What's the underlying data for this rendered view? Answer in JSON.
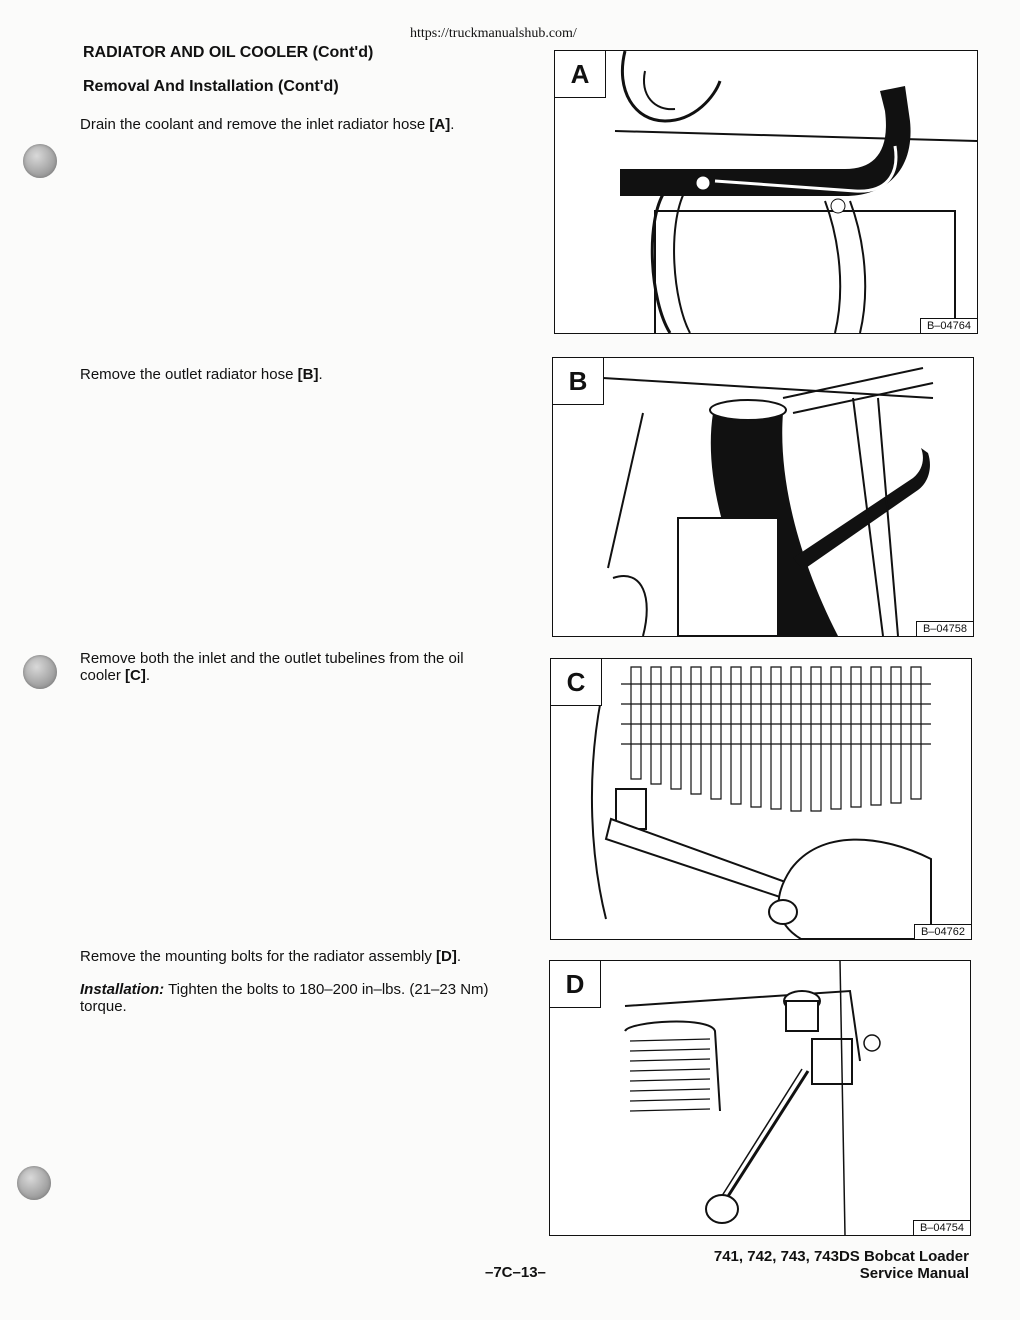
{
  "url": "https://truckmanualshub.com/",
  "section_title": "RADIATOR AND OIL COOLER (Cont'd)",
  "subsection_title": "Removal And Installation (Cont'd)",
  "steps": [
    {
      "text": "Drain the coolant and remove the inlet radiator hose ",
      "ref": "[A]",
      "end": "."
    },
    {
      "text": "Remove the outlet radiator hose ",
      "ref": "[B]",
      "end": "."
    },
    {
      "text": "Remove both the inlet and the outlet tubelines from the oil cooler ",
      "ref": "[C]",
      "end": "."
    },
    {
      "text": "Remove the mounting bolts for the radiator assembly ",
      "ref": "[D]",
      "end": "."
    }
  ],
  "installation": {
    "label": "Installation:",
    "text": " Tighten the bolts to 180–200 in–lbs. (21–23 Nm) torque."
  },
  "figures": [
    {
      "letter": "A",
      "code": "B–04764"
    },
    {
      "letter": "B",
      "code": "B–04758"
    },
    {
      "letter": "C",
      "code": "B–04762"
    },
    {
      "letter": "D",
      "code": "B–04754"
    }
  ],
  "page_number": "–7C–13–",
  "footer": {
    "line1": "741, 742, 743, 743DS Bobcat Loader",
    "line2": "Service Manual"
  }
}
